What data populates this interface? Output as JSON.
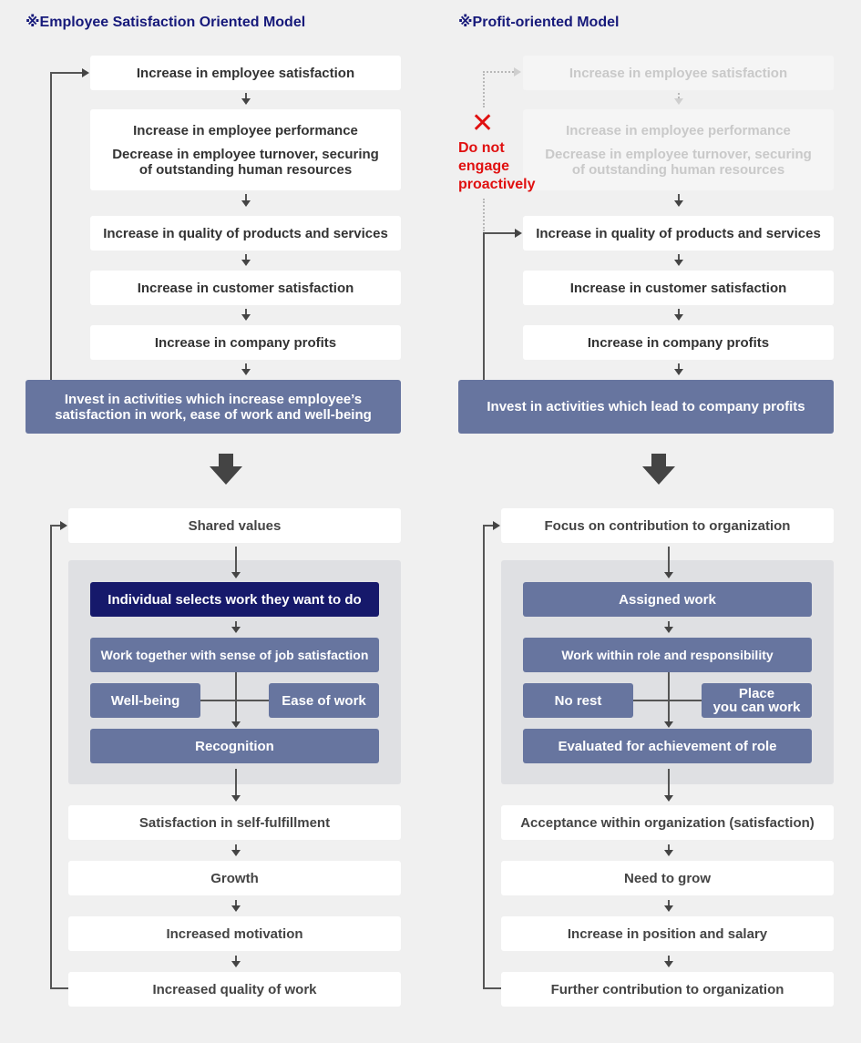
{
  "left": {
    "title": "※Employee Satisfaction Oriented Model",
    "top_flow": [
      "Increase in employee satisfaction",
      "Increase in employee performance",
      "Decrease in employee turnover, securing\nof outstanding human resources",
      "Increase in quality of products and services",
      "Increase in customer satisfaction",
      "Increase in company profits"
    ],
    "invest": "Invest in activities which increase employee’s\nsatisfaction in work, ease of work and well-being",
    "bottom_start": "Shared values",
    "panel": {
      "select": "Individual selects work they want to do",
      "together": "Work together with sense of job satisfaction",
      "side_left": "Well-being",
      "side_right": "Ease of work",
      "recognition": "Recognition"
    },
    "bottom_flow": [
      "Satisfaction in self-fulfillment",
      "Growth",
      "Increased motivation",
      "Increased quality of work"
    ]
  },
  "right": {
    "title": "※Profit-oriented Model",
    "top_flow": [
      "Increase in employee satisfaction",
      "Increase in employee performance",
      "Decrease in employee turnover, securing\nof outstanding human resources",
      "Increase in quality of products and services",
      "Increase in customer satisfaction",
      "Increase in company profits"
    ],
    "warning": "Do not\nengage\nproactively",
    "invest": "Invest in activities which lead to company profits",
    "bottom_start": "Focus on contribution to organization",
    "panel": {
      "select": "Assigned work",
      "together": "Work within role and responsibility",
      "side_left": "No rest",
      "side_right": "Place\nyou can work",
      "recognition": "Evaluated for achievement of role"
    },
    "bottom_flow": [
      "Acceptance within organization (satisfaction)",
      "Need to grow",
      "Increase in position and salary",
      "Further contribution to organization"
    ]
  },
  "colors": {
    "box_blue": "#67759f",
    "box_navy": "#16196b",
    "title": "#16197a",
    "warning_red": "#e01010",
    "background": "#f0f0f0"
  }
}
